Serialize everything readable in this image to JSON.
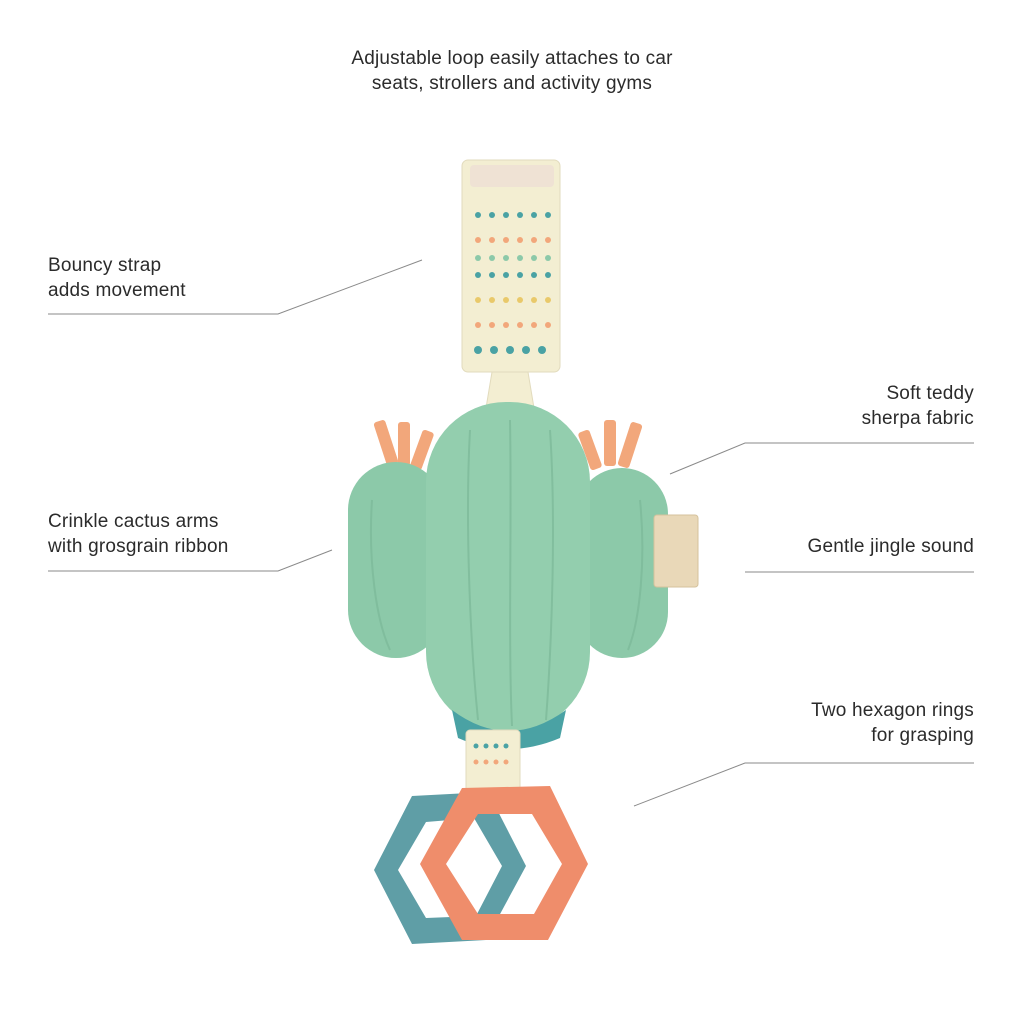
{
  "caption": {
    "line1": "Adjustable loop easily attaches to car",
    "line2": "seats, strollers and activity gyms"
  },
  "features": {
    "strap": {
      "line1": "Bouncy strap",
      "line2": "adds movement"
    },
    "arms": {
      "line1": "Crinkle cactus arms",
      "line2": "with grosgrain ribbon"
    },
    "sherpa": {
      "line1": "Soft teddy",
      "line2": "sherpa fabric"
    },
    "jingle": {
      "line1": "Gentle jingle sound"
    },
    "rings": {
      "line1": "Two hexagon rings",
      "line2": "for grasping"
    }
  },
  "colors": {
    "text": "#2b2b2b",
    "leader_line": "#8a8a8a",
    "cactus": "#8cc9a9",
    "strap_bg": "#f3eed2",
    "ribbon": "#f2a77b",
    "ring_front": "#ef8d6b",
    "ring_back": "#5f9ea6"
  }
}
